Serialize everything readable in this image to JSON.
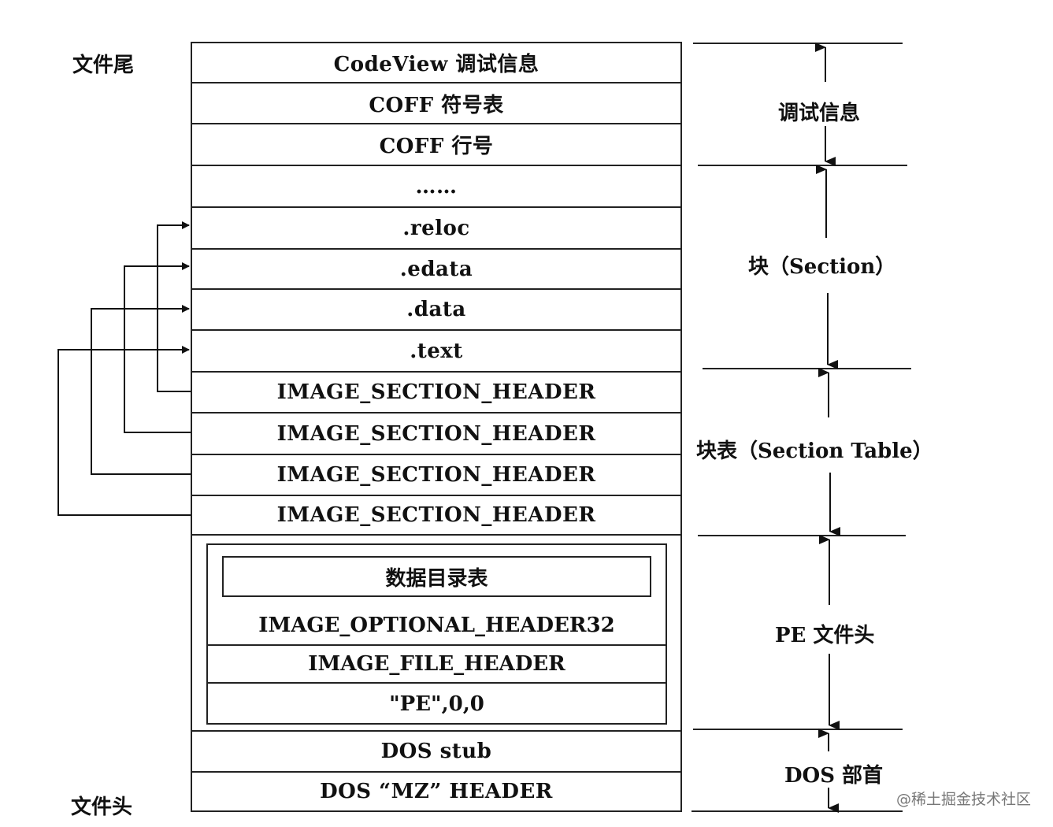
{
  "left_labels": {
    "file_tail": "文件尾",
    "file_head": "文件头"
  },
  "rows": [
    [
      "CodeView 调试信息",
      "COFF 符号表",
      "COFF 行号",
      "……",
      ".reloc",
      ".edata",
      ".data",
      ".text",
      "IMAGE_SECTION_HEADER",
      "IMAGE_SECTION_HEADER",
      "IMAGE_SECTION_HEADER",
      "IMAGE_SECTION_HEADER"
    ]
  ],
  "pe_header": {
    "data_directory": "数据目录表",
    "optional_header": "IMAGE_OPTIONAL_HEADER32",
    "file_header": "IMAGE_FILE_HEADER",
    "signature": "\"PE\",0,0"
  },
  "dos_rows": [
    "DOS stub",
    "DOS “MZ” HEADER"
  ],
  "right_labels": {
    "debug_info": "调试信息",
    "section": "块（Section）",
    "section_table": "块表（Section Table）",
    "pe_file_header": "PE 文件头",
    "dos_header": "DOS 部首"
  },
  "watermark": "@稀土掘金技术社区"
}
